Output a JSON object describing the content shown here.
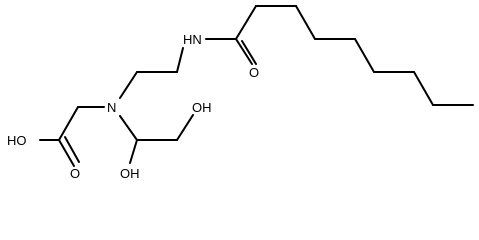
{
  "diagram": {
    "atom_labels": {
      "amide_nh": "HN",
      "amide_o": "O",
      "amine_n": "N",
      "acid_oh": "HO",
      "acid_o": "O",
      "hydroxyl_1": "OH",
      "hydroxyl_2": "OH"
    }
  }
}
